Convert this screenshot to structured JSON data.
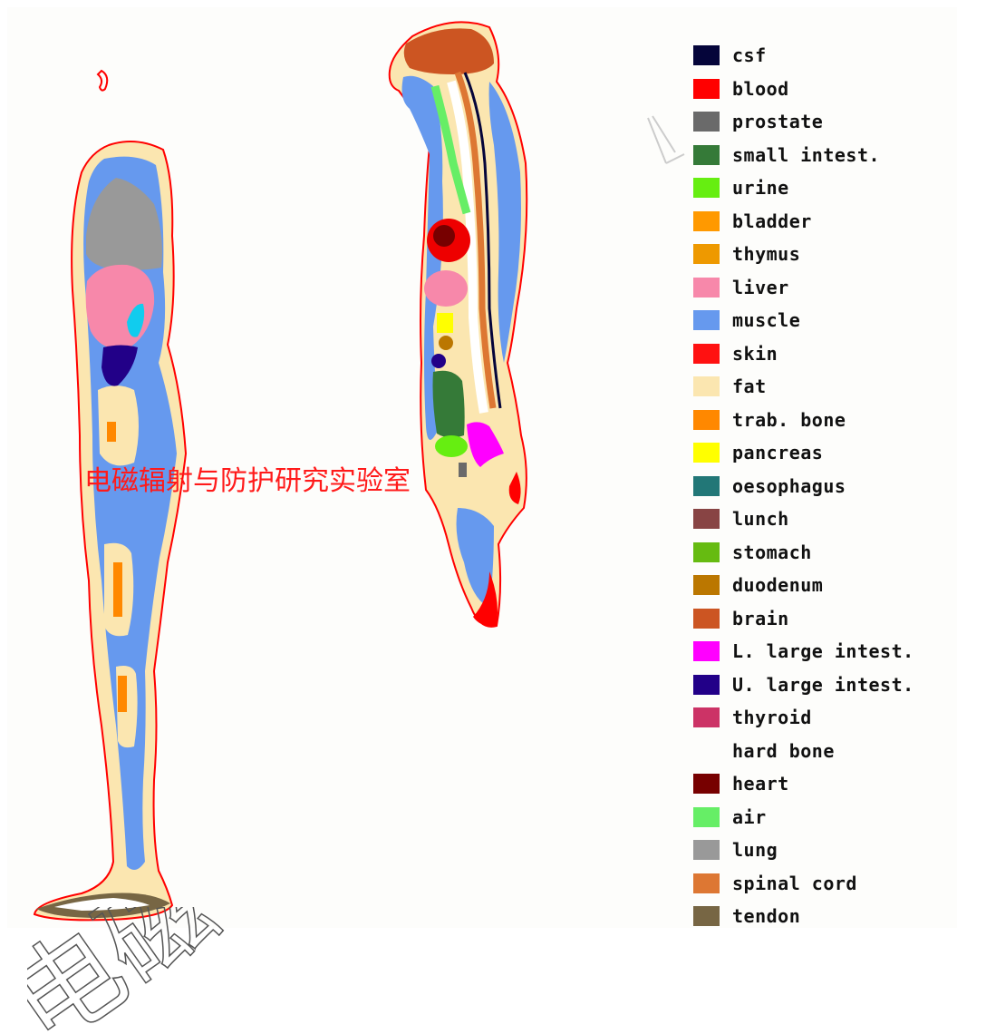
{
  "overlay_title": "电磁辐射与防护研究实验室",
  "watermark_text": "电磁",
  "legend": [
    {
      "label": "csf",
      "color": "#05053a"
    },
    {
      "label": "blood",
      "color": "#ff0000"
    },
    {
      "label": "prostate",
      "color": "#6a6a6a"
    },
    {
      "label": "small intest.",
      "color": "#357a38"
    },
    {
      "label": "urine",
      "color": "#66ee11"
    },
    {
      "label": "bladder",
      "color": "#ff9900"
    },
    {
      "label": "thymus",
      "color": "#ee9900"
    },
    {
      "label": "liver",
      "color": "#f788aa"
    },
    {
      "label": "muscle",
      "color": "#6699ee"
    },
    {
      "label": "skin",
      "color": "#ff1111"
    },
    {
      "label": "fat",
      "color": "#fbe6b0"
    },
    {
      "label": "trab. bone",
      "color": "#ff8800"
    },
    {
      "label": "pancreas",
      "color": "#ffff00"
    },
    {
      "label": "oesophagus",
      "color": "#227777"
    },
    {
      "label": "lunch",
      "color": "#884444"
    },
    {
      "label": "stomach",
      "color": "#66bb11"
    },
    {
      "label": "duodenum",
      "color": "#bb7700"
    },
    {
      "label": "brain",
      "color": "#cc5522"
    },
    {
      "label": "L. large intest.",
      "color": "#ff00ff"
    },
    {
      "label": "U. large intest.",
      "color": "#220088"
    },
    {
      "label": "thyroid",
      "color": "#cc3366"
    },
    {
      "label": "hard bone",
      "color": ""
    },
    {
      "label": "heart",
      "color": "#770000"
    },
    {
      "label": "air",
      "color": "#66ee66"
    },
    {
      "label": "lung",
      "color": "#999999"
    },
    {
      "label": "spinal cord",
      "color": "#dd7733"
    },
    {
      "label": "tendon",
      "color": "#776644"
    }
  ]
}
